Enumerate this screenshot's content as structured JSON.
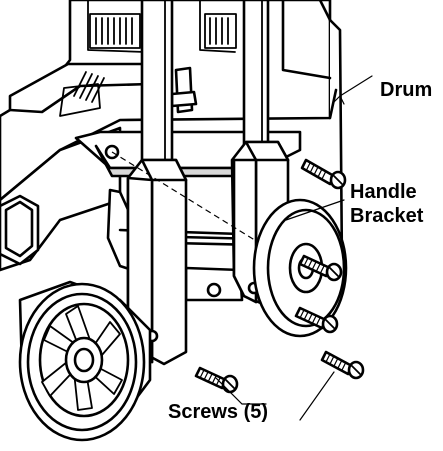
{
  "labels": {
    "drum": "Drum",
    "handle_bracket_line1": "Handle",
    "handle_bracket_line2": "Bracket",
    "screws": "Screws (5)"
  }
}
